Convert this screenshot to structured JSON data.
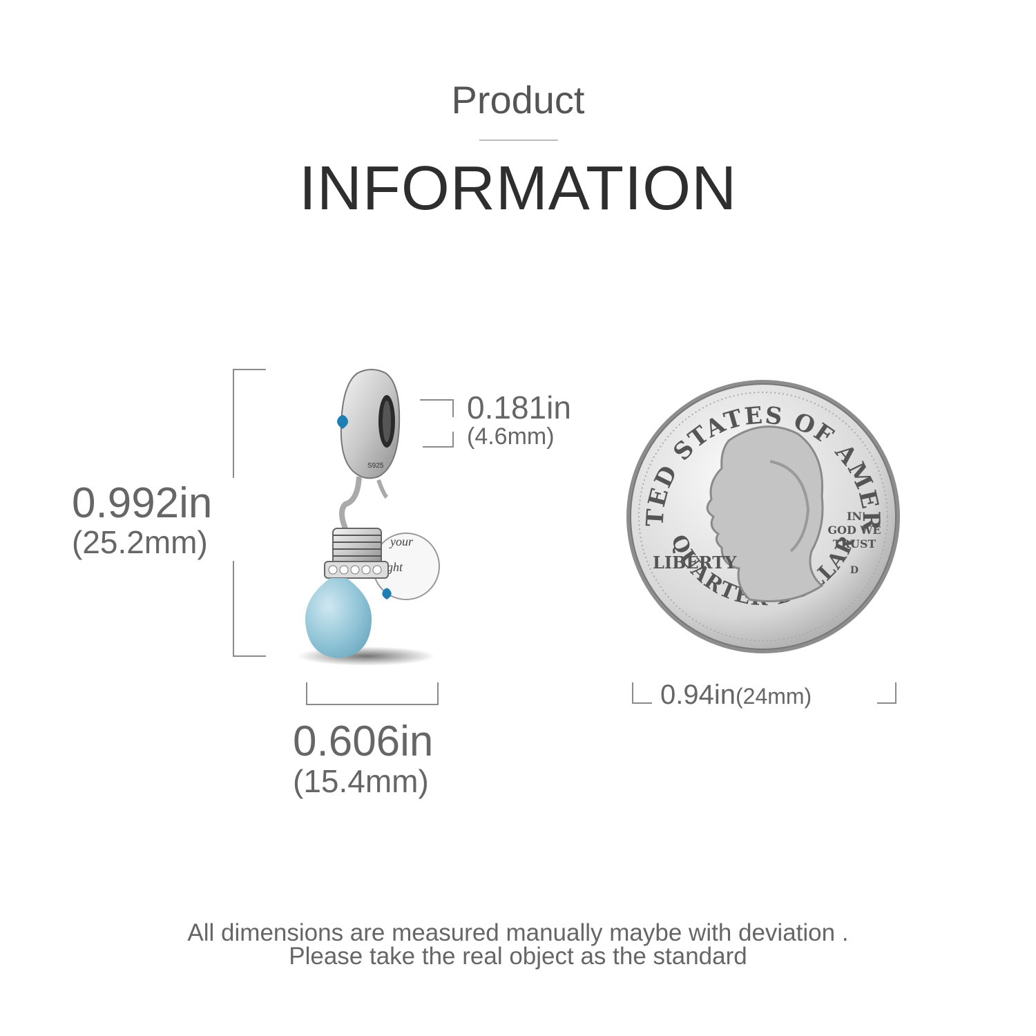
{
  "header": {
    "title_top": "Product",
    "title_main": "INFORMATION"
  },
  "charm": {
    "height_in": "0.992in",
    "height_mm": "(25.2mm)",
    "hole_in": "0.181in",
    "hole_mm": "(4.6mm)",
    "width_in": "0.606in",
    "width_mm": "(15.4mm)",
    "stamp": "S925",
    "engraving_line1": "your",
    "engraving_line2": "ght"
  },
  "coin": {
    "diameter_in": "0.94in",
    "diameter_mm": "(24mm)",
    "text_top": "UNITED STATES OF AMERICA",
    "text_bottom": "QUARTER DOLLAR",
    "liberty": "LIBERTY",
    "motto_1": "IN",
    "motto_2": "GOD WE",
    "motto_3": "TRUST",
    "mint": "D"
  },
  "footer": {
    "line1": "All dimensions are measured manually maybe with deviation .",
    "line2": "Please take the real object as the standard"
  },
  "colors": {
    "text": "#555555",
    "enamel_blue": "#8cc4d8",
    "heart_blue": "#1e7fb4",
    "silver": "#c9c9c9"
  }
}
